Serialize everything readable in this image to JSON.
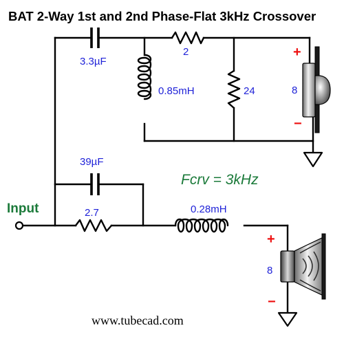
{
  "title": "BAT 2-Way 1st and 2nd Phase-Flat 3kHz Crossover",
  "input_label": "Input",
  "crossover_frequency": "Fcrv = 3kHz",
  "website": "www.tubecad.com",
  "components": {
    "tweeter_capacitor": "3.3µF",
    "tweeter_resistor": "2",
    "tweeter_inductor": "0.85mH",
    "tweeter_shunt_resistor": "24",
    "tweeter_impedance": "8",
    "woofer_bypass_capacitor": "39µF",
    "woofer_series_resistor": "2.7",
    "woofer_inductor": "0.28mH",
    "woofer_impedance": "8"
  },
  "polarity": {
    "plus": "+",
    "minus": "−"
  },
  "colors": {
    "labels": "#1f22d8",
    "accent_green": "#1b7a3a",
    "polarity": "#ee1111",
    "wire": "#000000"
  }
}
